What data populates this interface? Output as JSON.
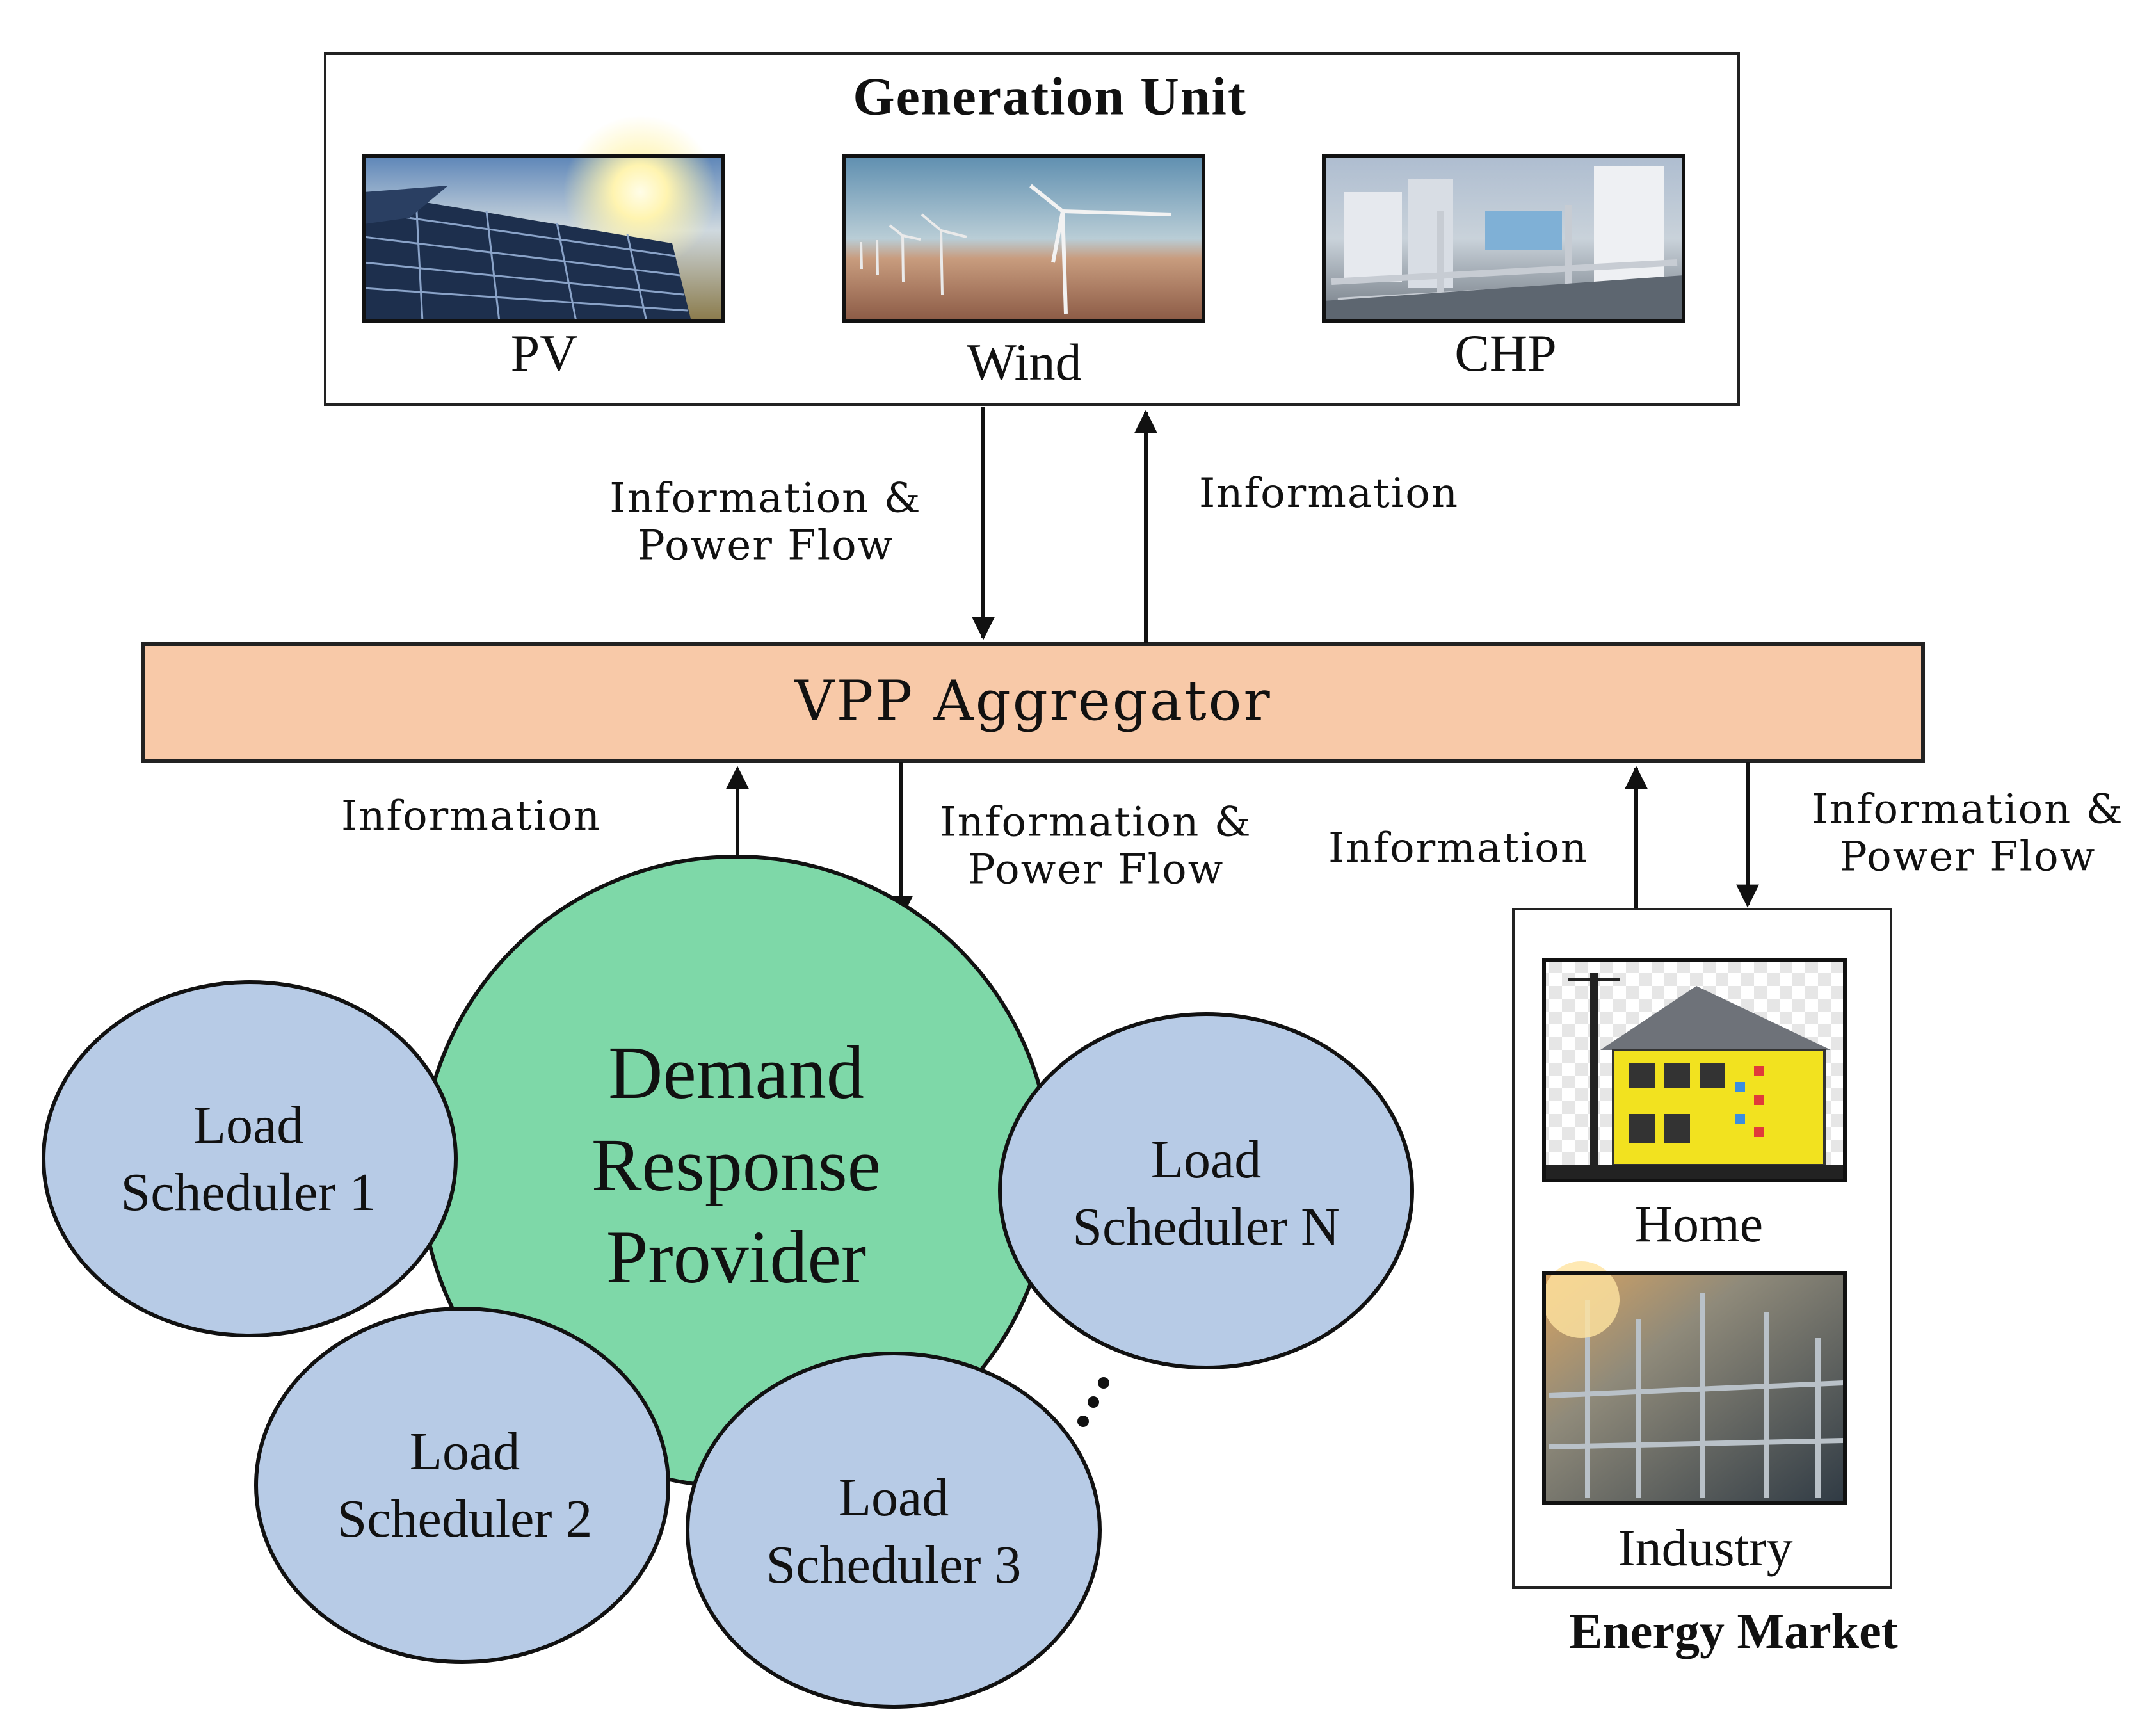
{
  "generation_unit": {
    "title": "Generation Unit",
    "sources": [
      {
        "label": "PV",
        "icon": "solar-panel-photo"
      },
      {
        "label": "Wind",
        "icon": "wind-turbine-photo"
      },
      {
        "label": "CHP",
        "icon": "chp-plant-photo"
      }
    ]
  },
  "flows": {
    "gen_down": {
      "line1": "Information &",
      "line2": "Power Flow"
    },
    "gen_up": "Information",
    "drp_up": "Information",
    "drp_down": {
      "line1": "Information &",
      "line2": "Power Flow"
    },
    "market_up": "Information",
    "market_down": {
      "line1": "Information &",
      "line2": "Power Flow"
    }
  },
  "aggregator": {
    "label": "VPP  Aggregator"
  },
  "demand_response": {
    "line1": "Demand",
    "line2": "Response",
    "line3": "Provider"
  },
  "load_schedulers": [
    {
      "line1": "Load",
      "line2": "Scheduler 1"
    },
    {
      "line1": "Load",
      "line2": "Scheduler 2"
    },
    {
      "line1": "Load",
      "line2": "Scheduler 3"
    },
    {
      "line1": "Load",
      "line2": "Scheduler N"
    }
  ],
  "energy_market": {
    "title": "Energy Market",
    "items": [
      {
        "label": "Home",
        "icon": "house-photo"
      },
      {
        "label": "Industry",
        "icon": "refinery-photo"
      }
    ]
  },
  "colors": {
    "aggregator_fill": "#f8c9a8",
    "demand_response_fill": "#7ed8a8",
    "load_scheduler_fill": "#b7cbe6",
    "stroke": "#111111"
  }
}
